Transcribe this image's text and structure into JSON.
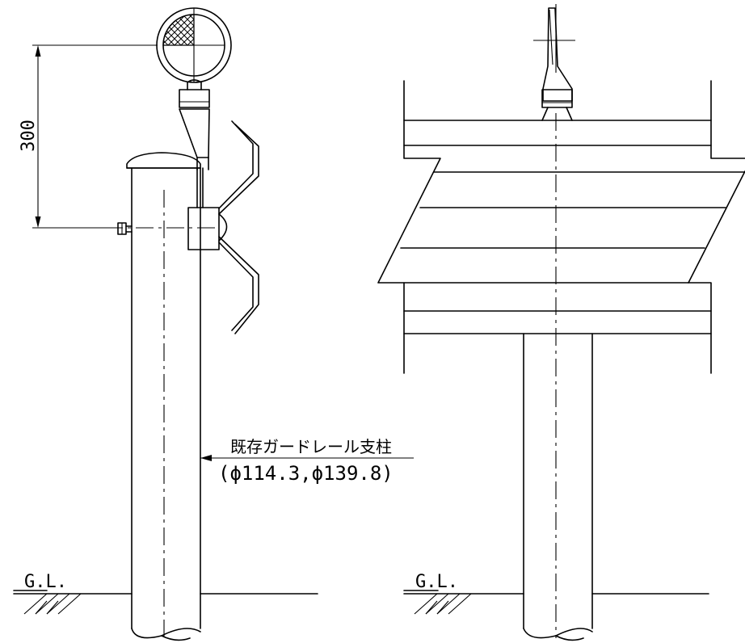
{
  "dimension": {
    "value": "300"
  },
  "callout": {
    "label": "既存ガードレール支柱",
    "spec": "(ϕ114.3,ϕ139.8)"
  },
  "ground": {
    "left_label": "G.L.",
    "right_label": "G.L."
  }
}
